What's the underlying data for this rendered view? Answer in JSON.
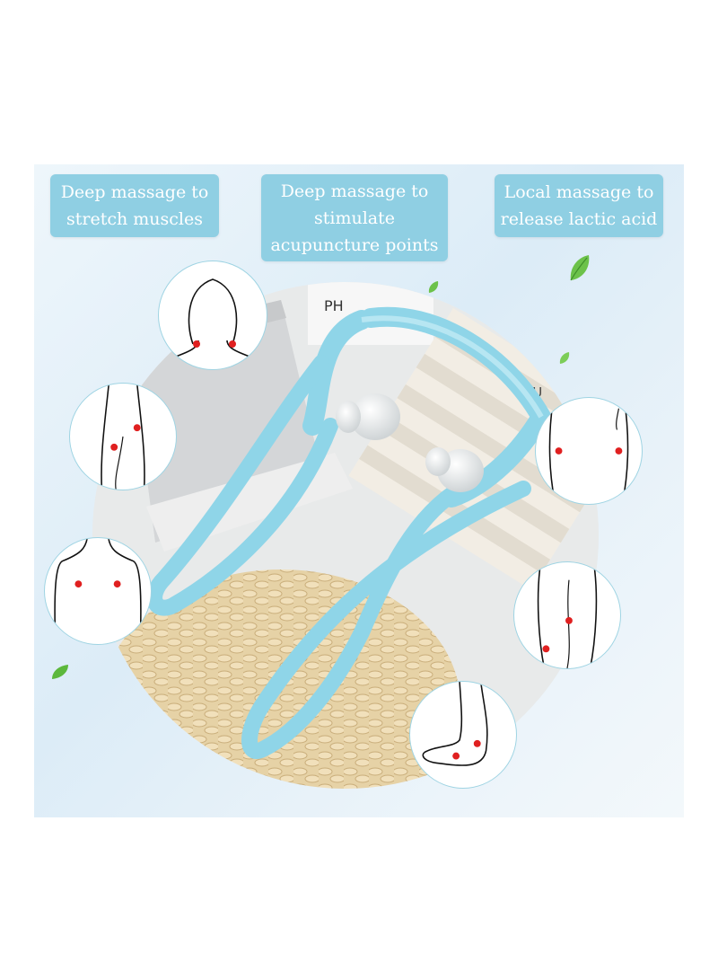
{
  "labels": [
    {
      "line1": "Deep massage to",
      "line2": "stretch muscles"
    },
    {
      "line1": "Deep massage to",
      "line2": "stimulate",
      "line3": "acupuncture points"
    },
    {
      "line1": "Local massage to",
      "line2": "release lactic acid"
    }
  ],
  "photo": {
    "box_text": "PH",
    "box_text_2": "BU"
  },
  "colors": {
    "label_bg": "#8fcfe3",
    "massager": "#8fd5e8",
    "acupoint": "#e02020",
    "banner": "#e4f0f8"
  },
  "icons": [
    "leaf-icon",
    "head-acupoint-icon",
    "arm-acupoint-icon",
    "shoulders-acupoint-icon",
    "back-acupoint-icon",
    "leg-acupoint-icon",
    "foot-acupoint-icon"
  ]
}
